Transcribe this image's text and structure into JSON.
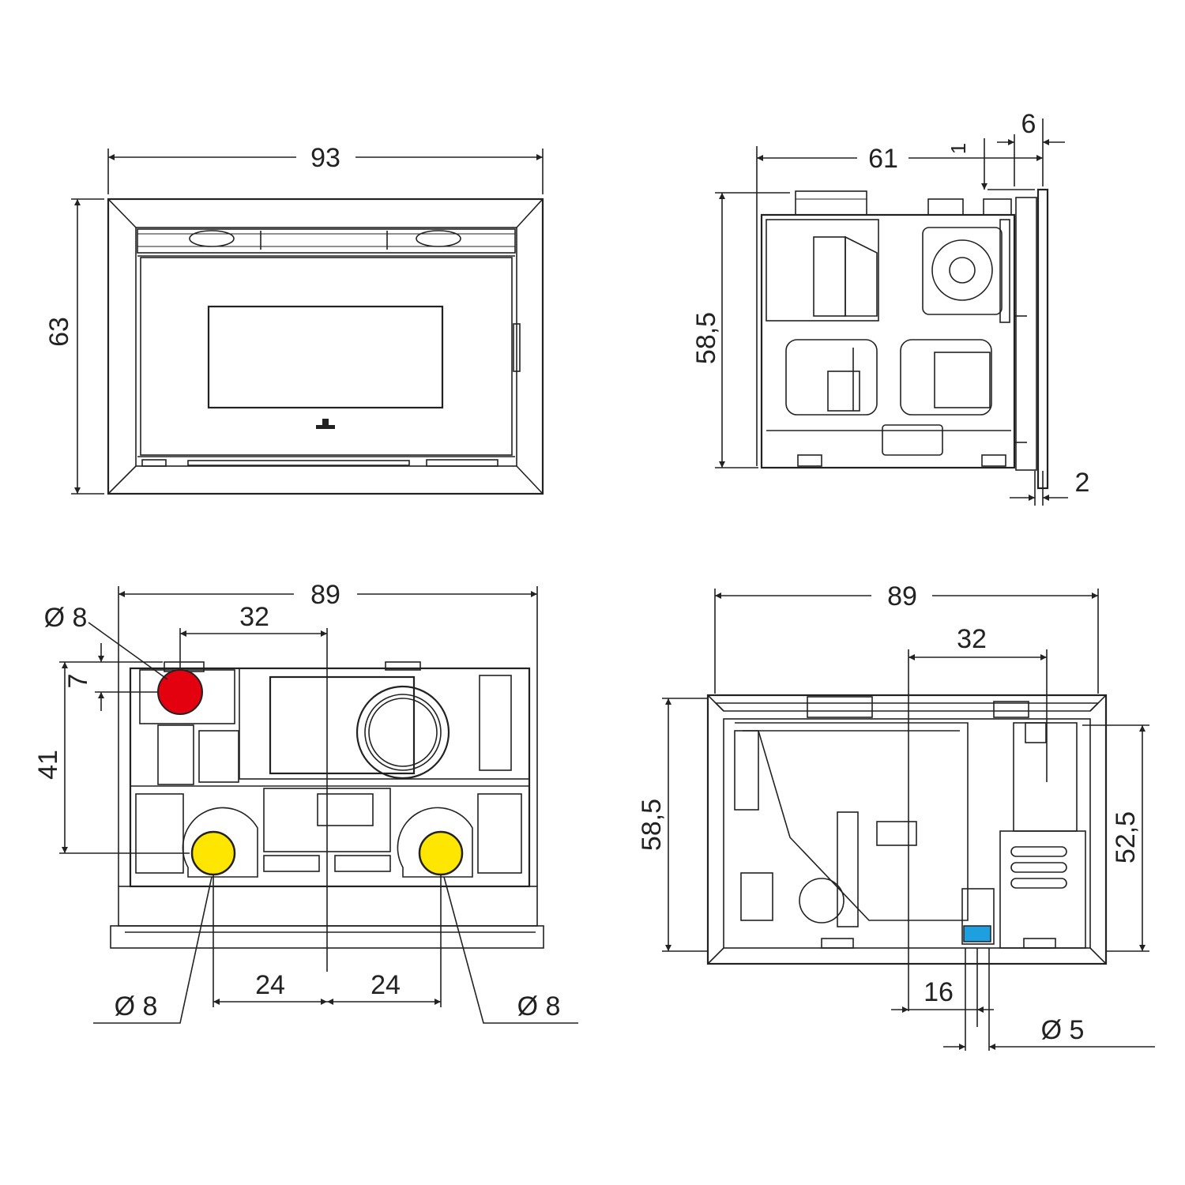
{
  "views": {
    "front": {
      "width_label": "93",
      "height_label": "63"
    },
    "side": {
      "depth_label": "61",
      "frame_label": "6",
      "gap_label": "1",
      "height_label": "58,5",
      "bottom_label": "2"
    },
    "rear": {
      "width_label": "89",
      "offset_label": "32",
      "top_diameter_label": "Ø 8",
      "top_offset_label": "7",
      "height_label": "41",
      "left_spacing_label": "24",
      "right_spacing_label": "24",
      "left_diameter_label": "Ø 8",
      "right_diameter_label": "Ø 8"
    },
    "top": {
      "width_label": "89",
      "offset_label": "32",
      "height_label": "58,5",
      "inner_height_label": "52,5",
      "small_offset_label": "16",
      "diameter_label": "Ø 5"
    }
  },
  "colors": {
    "line": "#222222",
    "flue_outlet": "#e3000f",
    "air_inlet": "#ffe600",
    "connector": "#1e9fe0"
  }
}
